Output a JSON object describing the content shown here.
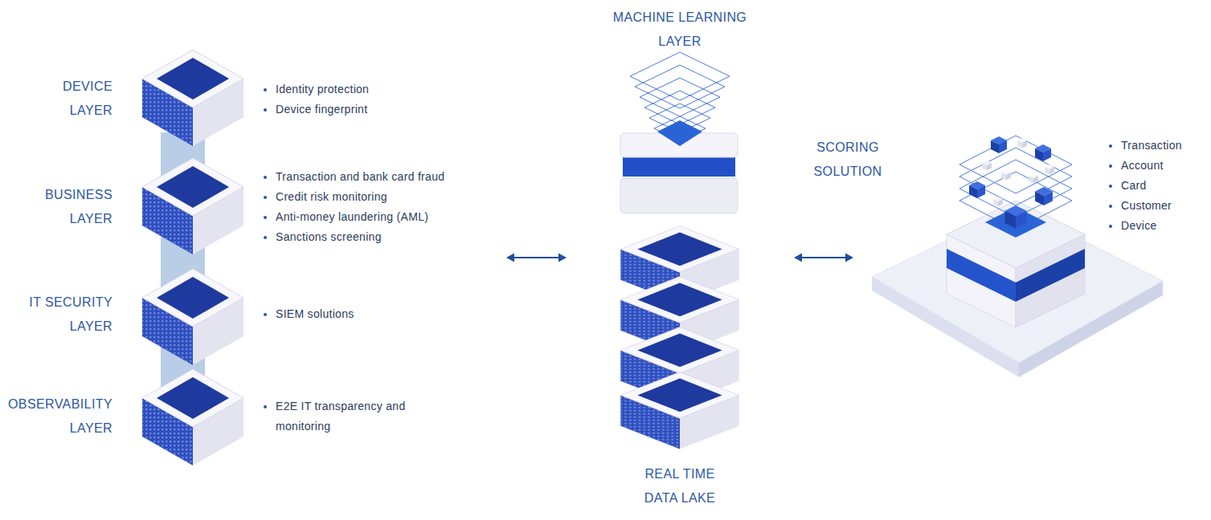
{
  "diagram": {
    "nodes": [
      {
        "text": [
          "DEVICE LAYER",
          "Identity protection",
          "Device fingerprint"
        ]
      },
      {
        "text": [
          "BUSINESS LAYER",
          "Transaction and bank card fraud",
          "Credit risk monitoring",
          "Anti-money laundering (AML)",
          "Sanctions screening"
        ]
      },
      {
        "text": [
          "IT SECURITY LAYER",
          "SIEM solutions"
        ]
      },
      {
        "text": [
          "OBSERVABILITY LAYER",
          "E2E IT transparency and monitoring"
        ]
      },
      {
        "text": [
          "MACHINE LEARNING LAYER"
        ]
      },
      {
        "text": [
          "REAL TIME DATA LAKE"
        ]
      },
      {
        "text": [
          "SCORING SOLUTION",
          "Transaction",
          "Account",
          "Card",
          "Customer",
          "Device"
        ]
      }
    ],
    "edges": [
      {
        "from": 1,
        "to": 5,
        "arrow": "both"
      },
      {
        "from": 5,
        "to": 6,
        "arrow": "both"
      }
    ]
  }
}
